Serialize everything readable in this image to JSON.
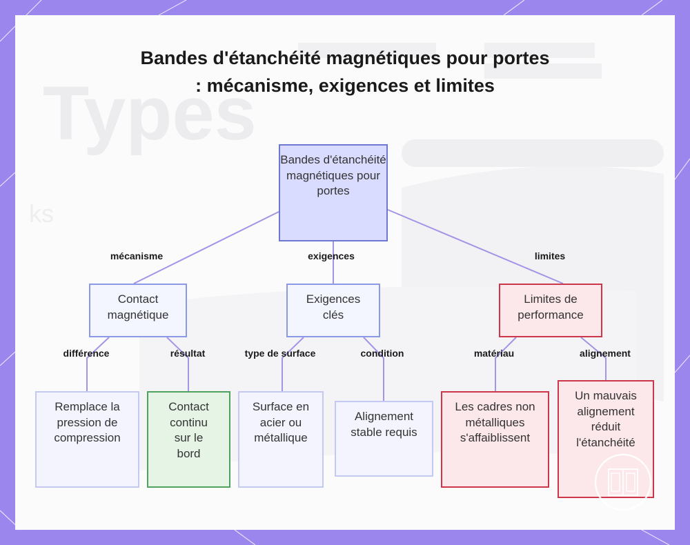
{
  "title": "Bandes d'étanchéité magnétiques pour portes : mécanisme, exigences et limites",
  "root": {
    "label": "Bandes d'étanchéité magnétiques pour portes"
  },
  "edges": {
    "mecanisme": "mécanisme",
    "exigences": "exigences",
    "limites": "limites",
    "difference": "différence",
    "resultat": "résultat",
    "type_surface": "type de surface",
    "condition": "condition",
    "materiau": "matériau",
    "alignement": "alignement"
  },
  "nodes": {
    "contact": "Contact magnétique",
    "exigences": "Exigences clés",
    "limites": "Limites de performance",
    "remplace": "Remplace la pression de compression",
    "continu": "Contact continu sur le bord",
    "surface": "Surface en acier ou métallique",
    "alignement_stable": "Alignement stable requis",
    "cadres": "Les cadres non métalliques s'affaiblissent",
    "mauvais": "Un mauvais alignement réduit l'étanchéité"
  },
  "colors": {
    "frame": "#9b86ee",
    "edge": "#a593e6",
    "root_fill": "#d9dcff",
    "green_border": "#4fa15e",
    "red_border": "#cc3648"
  }
}
